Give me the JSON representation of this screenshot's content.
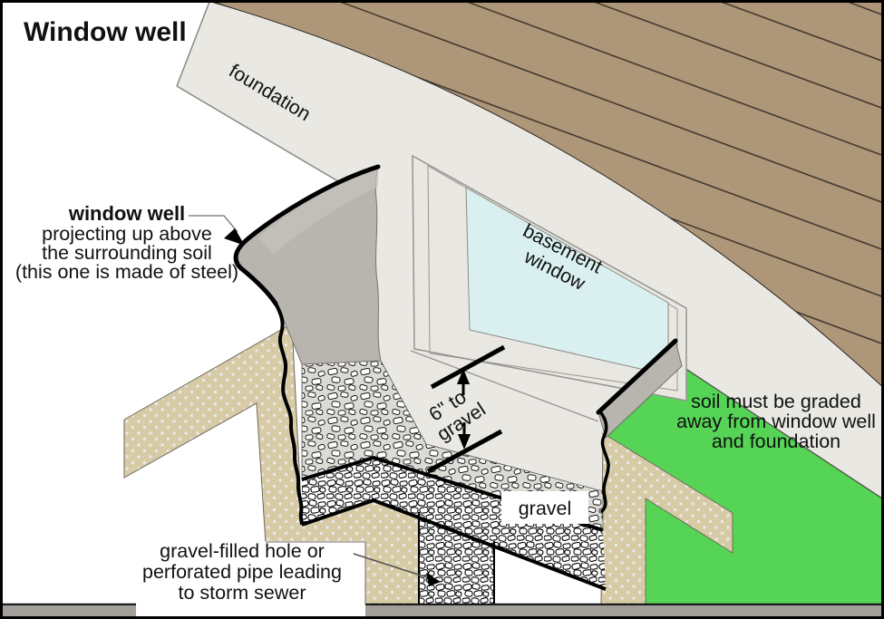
{
  "title": "Window well",
  "labels": {
    "foundation": "foundation",
    "window_well": {
      "l1": "window well",
      "l2": "projecting up above",
      "l3": "the surrounding soil",
      "l4": "(this one is made of steel)"
    },
    "basement_window": {
      "l1": "basement",
      "l2": "window"
    },
    "dimension": {
      "l1": "6\" to",
      "l2": "gravel"
    },
    "gravel": "gravel",
    "soil_note": {
      "l1": "soil must be graded",
      "l2": "away from window well",
      "l3": "and foundation"
    },
    "drain_note": {
      "l1": "gravel-filled hole or",
      "l2": "perforated pipe leading",
      "l3": "to storm sewer"
    }
  },
  "palette": {
    "siding_brown": "#ae9679",
    "siding_line": "#453c30",
    "foundation_gray": "#eae8e3",
    "well_steel_gray": "#b8b5af",
    "window_glass_cyan": "#daf0f0",
    "grass_green": "#55d455",
    "soil_tan": "#d7cba6",
    "gravel_floor_bg": "#dcdad5",
    "gravel_dense_bg": "#ffffff",
    "outline_black": "#000000",
    "bottom_strip": "#a29f9b"
  }
}
